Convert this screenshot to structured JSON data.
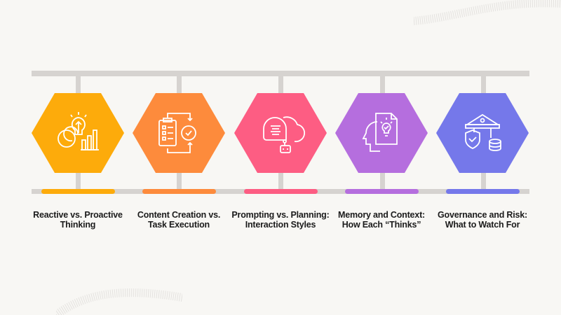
{
  "diagram": {
    "type": "timeline-hexagon-steps",
    "background": "#f8f7f4",
    "rail_color": "#d6d3d0",
    "steps": [
      {
        "label": "Reactive vs. Proactive Thinking",
        "color": "#fdab0b",
        "icon": "lightbulb-gear-growth-icon"
      },
      {
        "label": "Content Creation vs. Task Execution",
        "color": "#fd8b3c",
        "icon": "checklist-gear-workflow-icon"
      },
      {
        "label": "Prompting vs. Planning: Interaction Styles",
        "color": "#fd5d83",
        "icon": "chat-bubble-bot-gear-icon"
      },
      {
        "label": "Memory and Context: How Each “Thinks”",
        "color": "#b56ede",
        "icon": "head-document-idea-icon"
      },
      {
        "label": "Governance and Risk: What to Watch For",
        "color": "#7578ea",
        "icon": "bank-shield-database-icon"
      }
    ]
  }
}
